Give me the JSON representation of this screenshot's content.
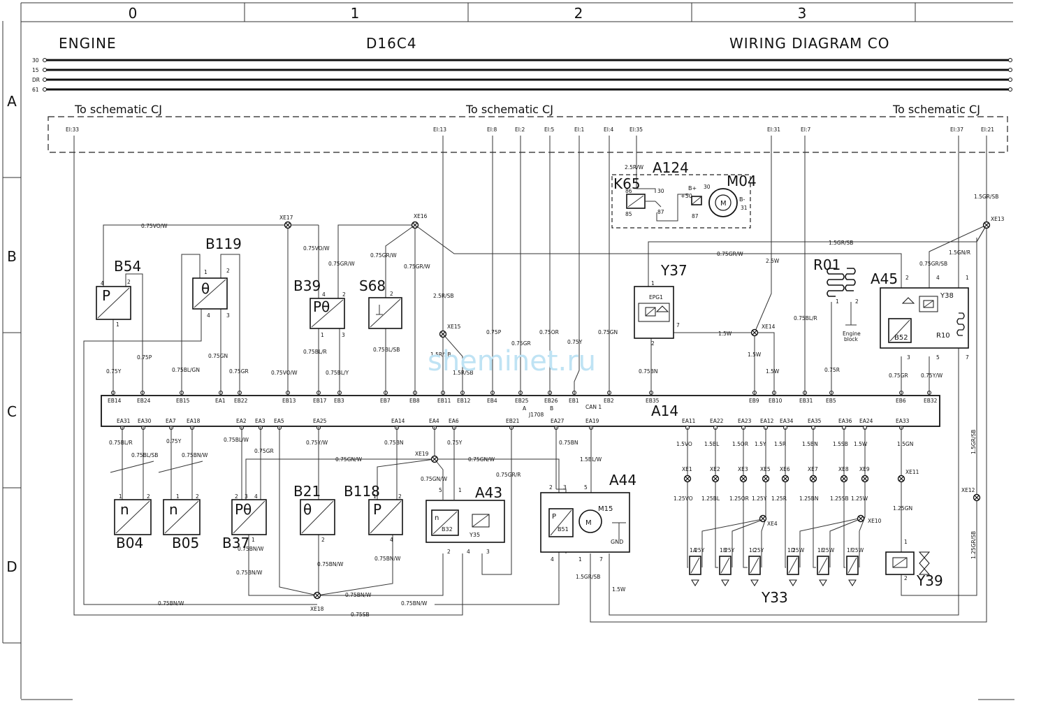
{
  "grid": {
    "columns": [
      "0",
      "1",
      "2",
      "3"
    ],
    "rows": [
      "A",
      "B",
      "C",
      "D"
    ]
  },
  "title": {
    "left": "ENGINE",
    "center": "D16C4",
    "right": "WIRING DIAGRAM  CO"
  },
  "bus_lines": [
    "30",
    "15",
    "DR",
    "61"
  ],
  "refs": {
    "left": "To  schematic  CJ",
    "center": "To  schematic  CJ",
    "right": "To  schematic  CJ"
  },
  "ei_pins": [
    "EI:33",
    "EI:13",
    "EI:8",
    "EI:2",
    "EI:5",
    "EI:1",
    "EI:4",
    "EI:35",
    "EI:31",
    "EI:7",
    "EI:37",
    "EI:21"
  ],
  "ecu": {
    "name": "A14",
    "top_pins": [
      "EB14",
      "EB24",
      "EB15",
      "EA1",
      "EB22",
      "EB13",
      "EB17",
      "EB3",
      "EB7",
      "EB8",
      "EB11",
      "EB12",
      "EB4",
      "EB25",
      "EB26",
      "EB1",
      "EB2",
      "EB35",
      "EB9",
      "EB10",
      "EB31",
      "EB5",
      "EB6",
      "EB32"
    ],
    "bottom_pins": [
      "EA31",
      "EA30",
      "EA7",
      "EA18",
      "EA2",
      "EA3",
      "EA5",
      "EA25",
      "EA14",
      "EA4",
      "EA6",
      "EB21",
      "EA27",
      "EA19",
      "EA11",
      "EA22",
      "EA23",
      "EA12",
      "EA34",
      "EA35",
      "EA36",
      "EA24",
      "EA33"
    ],
    "sub": {
      "a": "A",
      "b": "B",
      "j1708": "J1708",
      "can": "CAN 1"
    }
  },
  "components": {
    "b54": "B54",
    "b119": "B119",
    "b39": "B39",
    "s68": "S68",
    "a124": "A124",
    "k65": "K65",
    "m04": "M04",
    "y37": "Y37",
    "r01": "R01",
    "a45": "A45",
    "y38": "Y38",
    "b52": "B52",
    "r10": "R10",
    "b04": "B04",
    "b05": "B05",
    "b37": "B37",
    "b21": "B21",
    "b118": "B118",
    "a43": "A43",
    "b32": "B32",
    "y35": "Y35",
    "a44": "A44",
    "b51": "B51",
    "m15": "M15",
    "gnd": "GND",
    "y33": "Y33",
    "y39": "Y39",
    "epg1": "EPG1",
    "engine_block_1": "Engine",
    "engine_block_2": "block"
  },
  "symbols": {
    "p": "P",
    "n": "n",
    "theta": "θ",
    "ptheta": "Pθ",
    "motor": "M"
  },
  "splices": {
    "xe17": "XE17",
    "xe16": "XE16",
    "xe15": "XE15",
    "xe14": "XE14",
    "xe13": "XE13",
    "xe19": "XE19",
    "xe18": "XE18",
    "xe4": "XE4",
    "xe10": "XE10",
    "xe11": "XE11",
    "xe12": "XE12"
  },
  "injector_splices": [
    "XE1",
    "XE2",
    "XE3",
    "XE5",
    "XE6",
    "XE7",
    "XE8",
    "XE9"
  ],
  "injector_wires_top": [
    "1.5VO",
    "1.5BL",
    "1.5OR",
    "1.5Y",
    "1.5R",
    "1.5BN",
    "1.5SB",
    "1.5W"
  ],
  "injector_wires_low": [
    "1.25VO",
    "1.25BL",
    "1.25OR",
    "1.25Y",
    "1.25R",
    "1.25BN",
    "1.25SB",
    "1.25W"
  ],
  "injector_letters": [
    "A",
    "B",
    "C",
    "D",
    "E",
    "F"
  ],
  "injector_common": [
    "1.25Y",
    "1.25Y",
    "1.25Y",
    "1.25W",
    "1.25W",
    "1.25W"
  ],
  "wires": {
    "vo075": "0.75VO/W",
    "vo075b": "0.75VO/W",
    "vo075c": "0.75VO/W",
    "grw1": "0.75GR/W",
    "grw2": "0.75GR/W",
    "grw3": "0.75GR/W",
    "grw4": "0.75GR/W",
    "rsb25": "2.5R/SB",
    "rw25": "2.5R/W",
    "w25": "2.5W",
    "grsb15a": "1.5GR/SB",
    "grsb15b": "1.5GR/SB",
    "gnr15": "1.5GN/R",
    "grsb075": "0.75GR/SB",
    "y075": "0.75Y",
    "p075": "0.75P",
    "blgn": "0.75BL/GN",
    "gn075": "0.75GN",
    "gr075": "0.75GR",
    "blr075": "0.75BL/R",
    "bly075": "0.75BL/Y",
    "blsb075": "0.75BL/SB",
    "rsb15a": "1.5R/SB",
    "rsb15b": "1.5R/SB",
    "p075b": "0.75P",
    "gr075b": "0.75GR",
    "or075": "0.75OR",
    "y075b": "0.75Y",
    "gn075b": "0.75GN",
    "bn075": "0.75BN",
    "w15a": "1.5W",
    "w15b": "1.5W",
    "w15c": "1.5W",
    "blr075b": "0.75BL/R",
    "r075": "0.75R",
    "gr075c": "0.75GR",
    "yw075": "0.75Y/W",
    "blr_ea31": "0.75BL/R",
    "blsb_ea30": "0.75BL/SB",
    "y_ea7": "0.75Y",
    "bnw_ea18": "0.75BN/W",
    "blw_ea2": "0.75BL/W",
    "gr_ea3": "0.75GR",
    "yw_ea25": "0.75Y/W",
    "bn_ea14": "0.75BN",
    "gnw1": "0.75GN/W",
    "gnw2": "0.75GN/W",
    "gnw3": "0.75GN/W",
    "y_ea6": "0.75Y",
    "grr075": "0.75GR/R",
    "bn_ea27": "0.75BN",
    "blw15": "1.5BL/W",
    "gn15": "1.5GN",
    "gn125": "1.25GN",
    "grsb125": "1.25GR/SB",
    "grsb15c": "1.5GR/SB",
    "grsb15d": "1.5GR/SB",
    "bnw1": "0.75BN/W",
    "bnw2": "0.75BN/W",
    "bnw3": "0.75BN/W",
    "bnw4": "0.75BN/W",
    "bnw5": "0.75BN/W",
    "bnw6": "0.75BN/W",
    "sb075": "0.75SB",
    "w15d": "1.5W"
  },
  "pin_labels": {
    "n1": "1",
    "n2": "2",
    "n3": "3",
    "n4": "4",
    "n5": "5",
    "n7": "7",
    "p85": "85",
    "p86": "86",
    "p30": "30",
    "p87": "87",
    "bplus": "B+",
    "p50": "+50",
    "p30b": "30",
    "p87b": "87",
    "bminus": "B-",
    "p31": "31"
  },
  "watermark": "sheminet.ru"
}
